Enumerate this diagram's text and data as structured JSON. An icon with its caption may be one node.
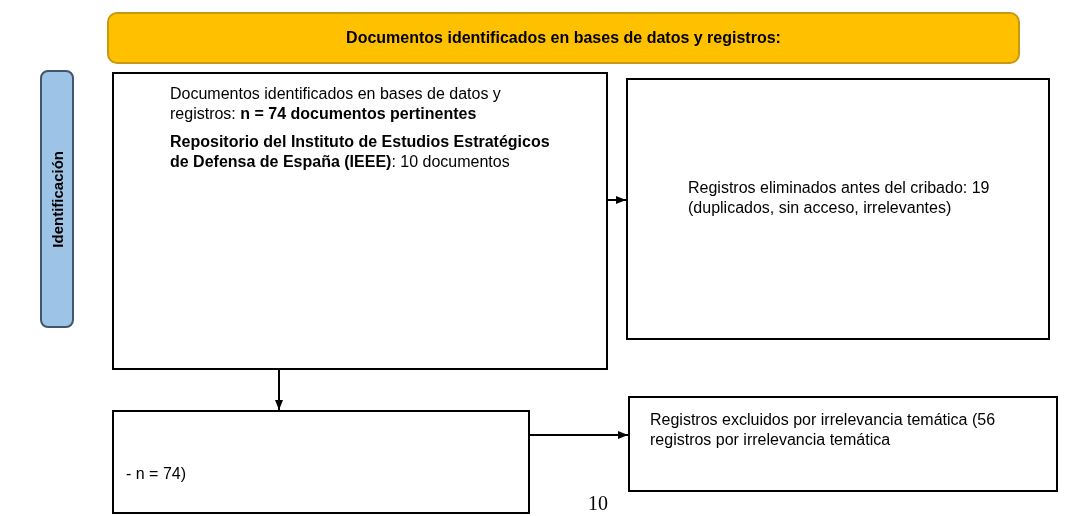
{
  "diagram": {
    "nodes": [
      {
        "text": [
          "Documentos identificados en bases de datos y registros:"
        ]
      },
      {
        "text": [
          "Identificación"
        ]
      },
      {
        "text": [
          "Documentos identificados en bases de datos y registros: **n = 74 documentos pertinentes**",
          "**Repositorio del Instituto de Estudios Estratégicos de Defensa de España (IEEE)**: 10 documentos"
        ]
      },
      {
        "text": [
          "Registros eliminados antes del cribado: 19 (duplicados, sin acceso, irrelevantes)"
        ]
      },
      {
        "text": [
          "- n = 74)"
        ]
      },
      {
        "text": [
          "Registros excluidos por irrelevancia temática (56 registros por irrelevancia temática"
        ]
      }
    ],
    "edges": [
      {
        "from": 2,
        "to": 3,
        "arrow": "to"
      },
      {
        "from": 2,
        "to": 4,
        "arrow": "to"
      },
      {
        "from": 4,
        "to": 5,
        "arrow": "to"
      }
    ],
    "labels": [
      "10"
    ]
  }
}
